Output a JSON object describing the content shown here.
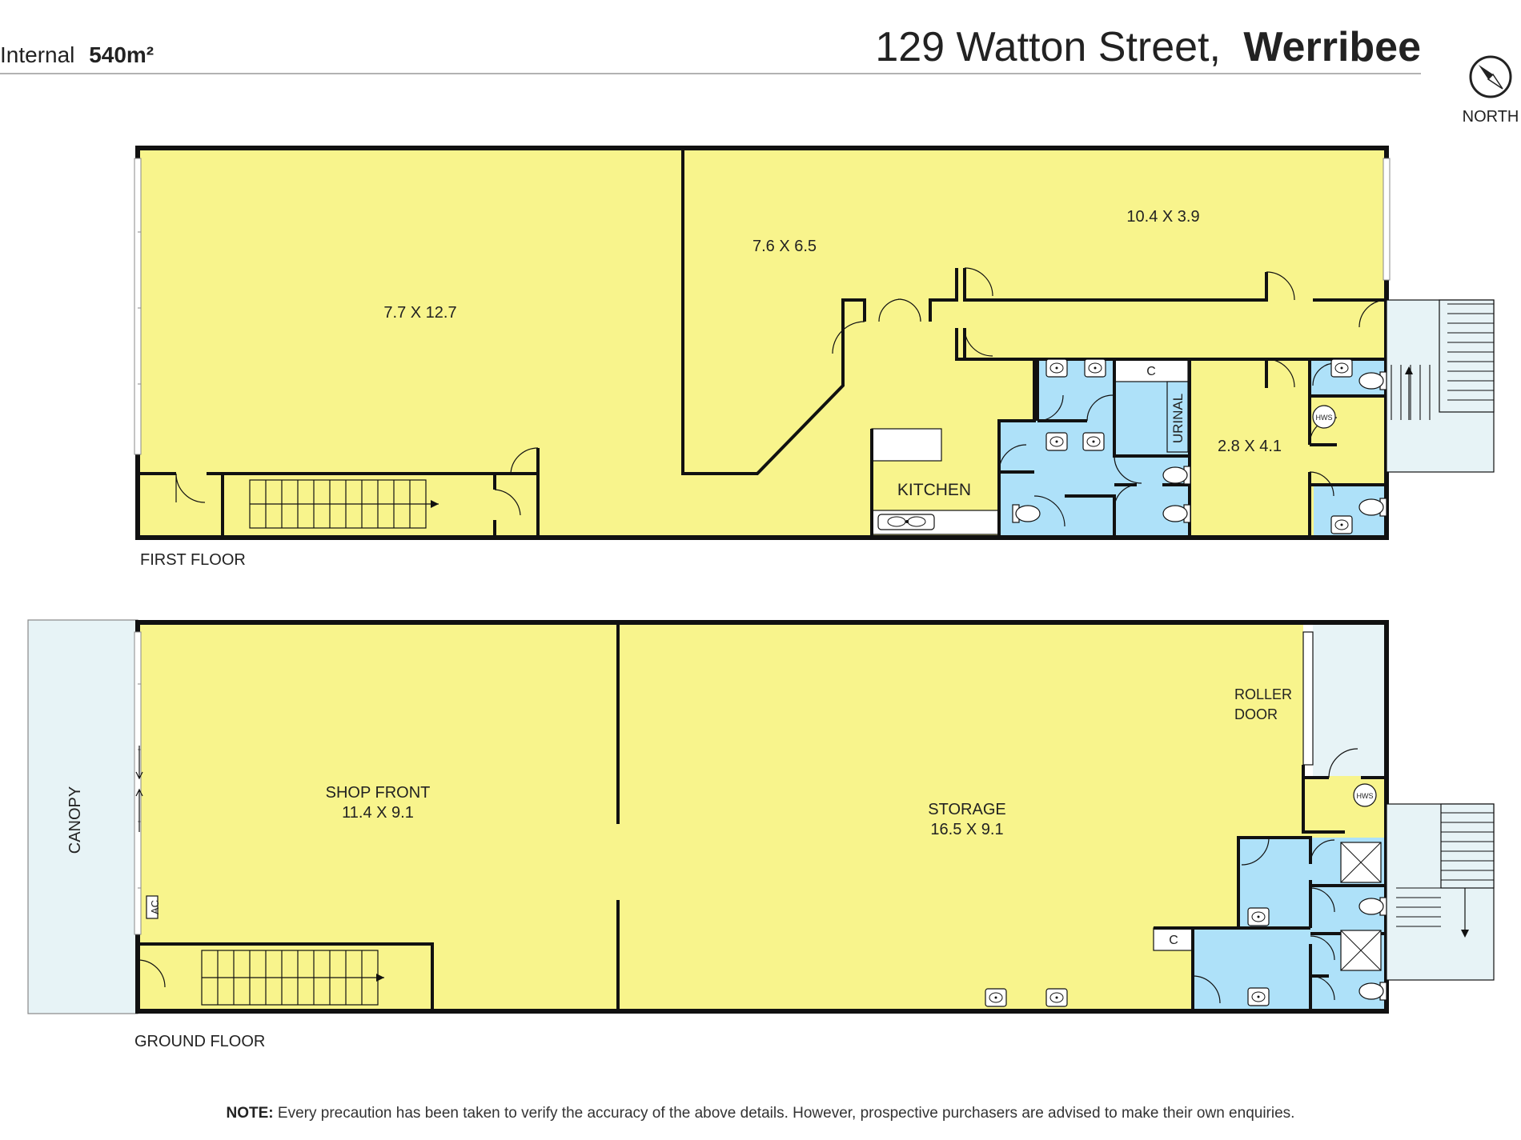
{
  "header": {
    "internal_label": "Internal",
    "internal_value": "540m²",
    "address_street": "129 Watton Street,",
    "address_suburb": "Werribee"
  },
  "compass": {
    "label": "NORTH",
    "icon": "compass-north-icon"
  },
  "first_floor": {
    "label": "FIRST FLOOR",
    "rooms": {
      "west": "7.7 X 12.7",
      "middle": "7.6 X 6.5",
      "northeast": "10.4 X 3.9",
      "east_small": "2.8 X 4.1",
      "kitchen": "KITCHEN",
      "urinal": "URINAL",
      "cupboard": "C",
      "hws": "HWS"
    }
  },
  "ground_floor": {
    "label": "GROUND FLOOR",
    "rooms": {
      "shop_name": "SHOP FRONT",
      "shop_dims": "11.4 X 9.1",
      "storage_name": "STORAGE",
      "storage_dims": "16.5 X 9.1",
      "roller_1": "ROLLER",
      "roller_2": "DOOR",
      "canopy": "CANOPY",
      "ac": "AC",
      "cupboard": "C",
      "hws": "HWS"
    }
  },
  "note": {
    "label": "NOTE:",
    "text": "Every precaution has been taken to verify the accuracy of the above details. However, prospective purchasers are advised to make their own enquiries."
  },
  "colors": {
    "room": "#f8f48c",
    "wet": "#aee1f9",
    "wall": "#111111",
    "canopy": "#e7f3f6"
  }
}
